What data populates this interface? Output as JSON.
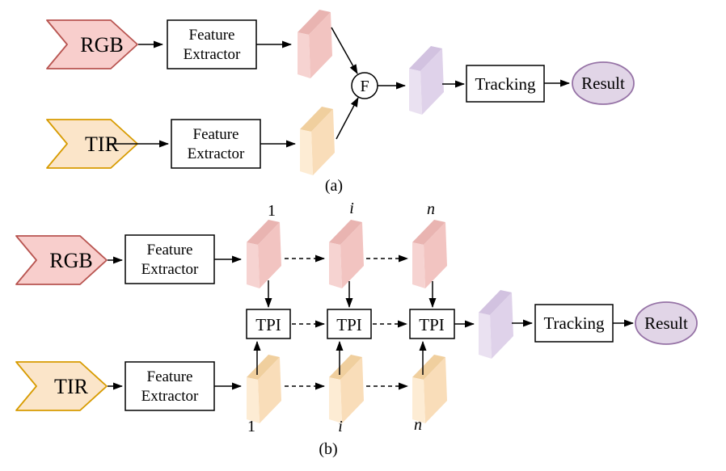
{
  "figure": {
    "panel_a": {
      "caption": "(a)",
      "inputs": {
        "rgb": "RGB",
        "tir": "TIR"
      },
      "feature_extractor": {
        "line1": "Feature",
        "line2": "Extractor"
      },
      "fusion": "F",
      "tracking": "Tracking",
      "result": "Result"
    },
    "panel_b": {
      "caption": "(b)",
      "inputs": {
        "rgb": "RGB",
        "tir": "TIR"
      },
      "feature_extractor": {
        "line1": "Feature",
        "line2": "Extractor"
      },
      "tpi": [
        "TPI",
        "TPI",
        "TPI"
      ],
      "indices_top": [
        "1",
        "i",
        "n"
      ],
      "indices_bottom": [
        "1",
        "i",
        "n"
      ],
      "tracking": "Tracking",
      "result": "Result"
    },
    "colors": {
      "rgb_fill": "#f8cecc",
      "rgb_stroke": "#b85450",
      "tir_fill": "#fbe5c9",
      "tir_stroke": "#d79b00",
      "fused_fill": "#e1d5e7",
      "fused_stroke": "#9673a6",
      "line": "#000000",
      "background": "#ffffff"
    }
  }
}
